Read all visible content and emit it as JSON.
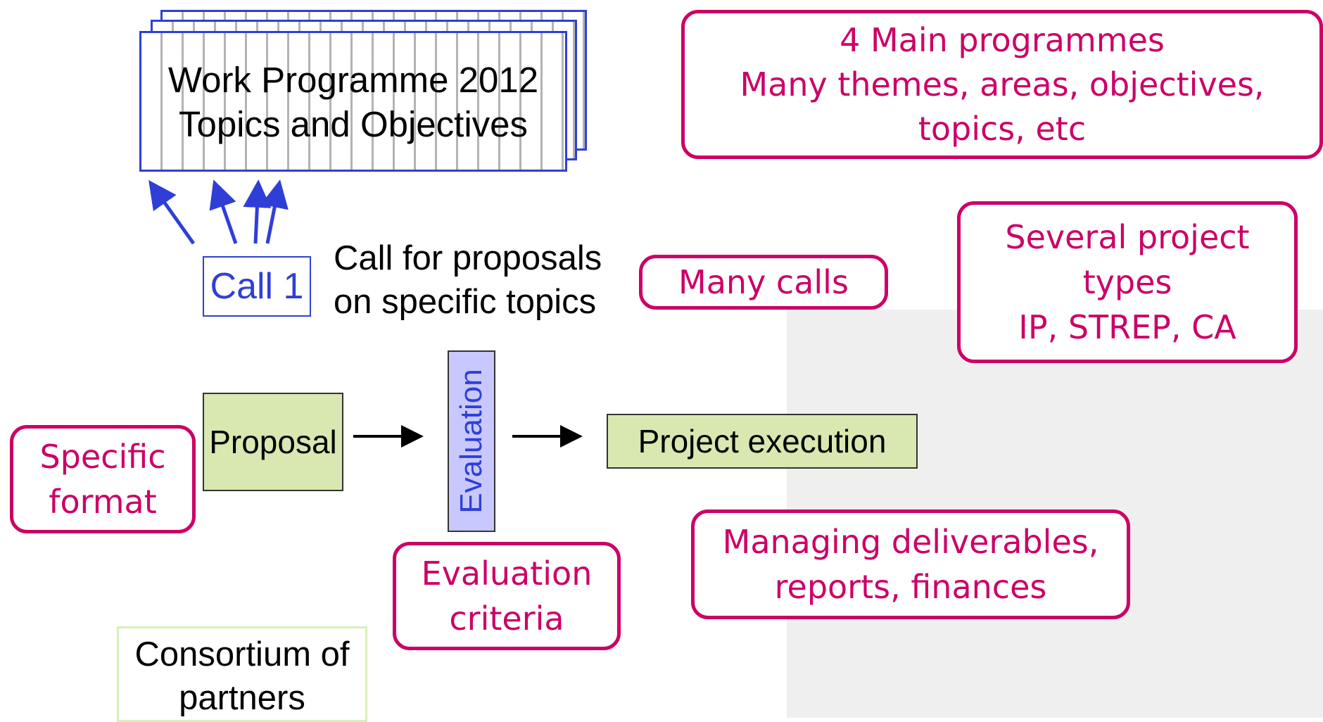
{
  "work_programme": {
    "line1": "Work Programme 2012",
    "line2": "Topics and Objectives"
  },
  "call": {
    "box": "Call 1",
    "line1": "Call for proposals",
    "line2": "on specific topics"
  },
  "flow": {
    "proposal": "Proposal",
    "evaluation": "Evaluation",
    "execution": "Project execution"
  },
  "consortium": {
    "line1": "Consortium of",
    "line2": "partners"
  },
  "notes": {
    "main_programmes": [
      "4 Main programmes",
      "Many themes, areas, objectives,",
      "topics, etc"
    ],
    "many_calls": [
      "Many calls"
    ],
    "project_types": [
      "Several project",
      "types",
      "IP, STREP, CA"
    ],
    "specific_format": [
      "Specific",
      "format"
    ],
    "evaluation_criteria": [
      "Evaluation",
      "criteria"
    ],
    "managing": [
      "Managing deliverables,",
      "reports, finances"
    ]
  },
  "colors": {
    "accent_pink": "#cc0066",
    "blue": "#2f3fd6",
    "green_fill": "#d8e8b0",
    "eval_fill": "#c8c8ff"
  }
}
